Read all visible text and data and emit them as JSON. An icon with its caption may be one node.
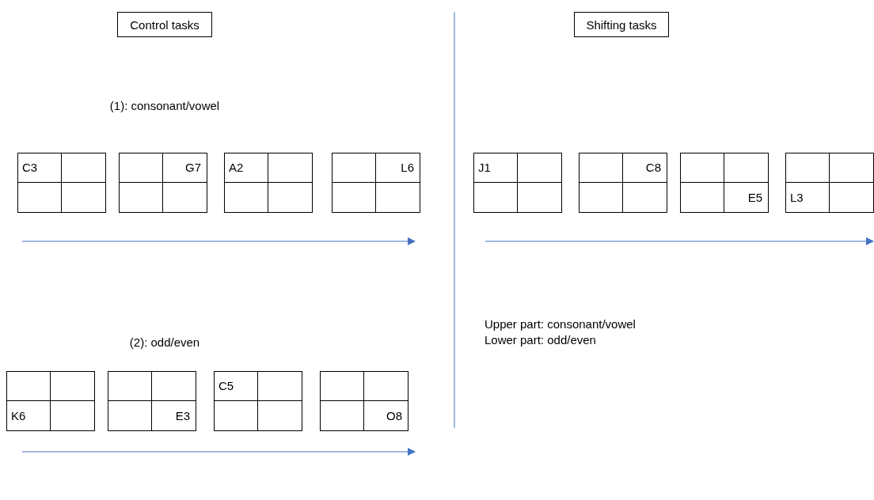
{
  "diagram": {
    "nodes": [
      {
        "text": [
          "Control tasks"
        ]
      },
      {
        "text": [
          "Shifting tasks"
        ]
      },
      {
        "text": [
          "C3"
        ]
      },
      {
        "text": [
          "G7"
        ]
      },
      {
        "text": [
          "A2"
        ]
      },
      {
        "text": [
          "L6"
        ]
      },
      {
        "text": [
          "J1"
        ]
      },
      {
        "text": [
          "C8"
        ]
      },
      {
        "text": [
          "E5"
        ]
      },
      {
        "text": [
          "L3"
        ]
      },
      {
        "text": [
          "K6"
        ]
      },
      {
        "text": [
          "E3"
        ]
      },
      {
        "text": [
          "C5"
        ]
      },
      {
        "text": [
          "O8"
        ]
      }
    ],
    "edges": [],
    "labels": [
      "(1): consonant/vowel",
      "Upper part: consonant/vowel",
      "Lower part: odd/even",
      "(2): odd/even"
    ]
  }
}
